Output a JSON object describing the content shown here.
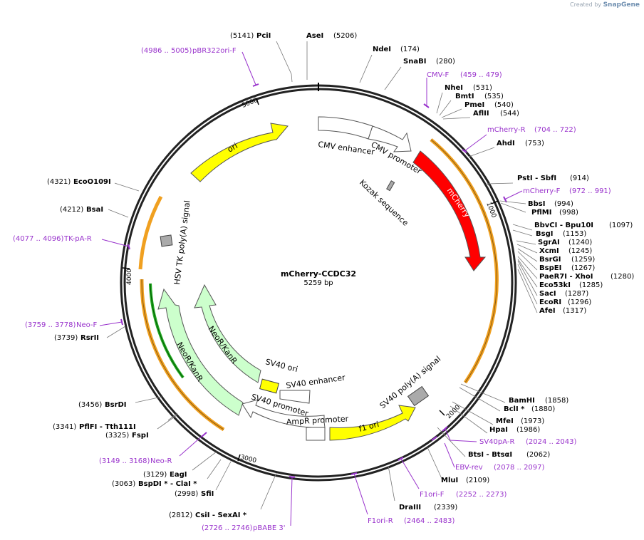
{
  "header": {
    "created_by": "Created by",
    "brand": "SnapGene"
  },
  "plasmid": {
    "name": "mCherry-CCDC32",
    "size": "5259 bp"
  },
  "colors": {
    "enzyme": "#000000",
    "primer": "#9933cc",
    "mcherry": "#ff0000",
    "ori": "#ffff00",
    "neo": "#ccffcc",
    "promoter": "#ffffff",
    "polya": "#aaaaaa",
    "orf": "#f0a020",
    "orf_inner": "#006600"
  },
  "ticks": [
    "1000",
    "2000",
    "3000",
    "4000",
    "5000"
  ],
  "enzymes": [
    {
      "name": "PciI",
      "pos": "(5141)"
    },
    {
      "name": "AseI",
      "pos": "(5206)"
    },
    {
      "name": "NdeI",
      "pos": "(174)"
    },
    {
      "name": "SnaBI",
      "pos": "(280)"
    },
    {
      "name": "NheI",
      "pos": "(531)"
    },
    {
      "name": "BmtI",
      "pos": "(535)"
    },
    {
      "name": "PmeI",
      "pos": "(540)"
    },
    {
      "name": "AflII",
      "pos": "(544)"
    },
    {
      "name": "AhdI",
      "pos": "(753)"
    },
    {
      "name": "PstI  - SbfI",
      "pos": "(914)"
    },
    {
      "name": "BbsI",
      "pos": "(994)"
    },
    {
      "name": "PflMI",
      "pos": "(998)"
    },
    {
      "name": "BbvCI  - Bpu10I",
      "pos": "(1097)"
    },
    {
      "name": "BsgI",
      "pos": "(1153)"
    },
    {
      "name": "SgrAI",
      "pos": "(1240)"
    },
    {
      "name": "XcmI",
      "pos": "(1245)"
    },
    {
      "name": "BsrGI",
      "pos": "(1259)"
    },
    {
      "name": "BspEI",
      "pos": "(1267)"
    },
    {
      "name": "PaeR7I  - XhoI",
      "pos": "(1280)"
    },
    {
      "name": "Eco53kI",
      "pos": "(1285)"
    },
    {
      "name": "SacI",
      "pos": "(1287)"
    },
    {
      "name": "EcoRI",
      "pos": "(1296)"
    },
    {
      "name": "AfeI",
      "pos": "(1317)"
    },
    {
      "name": "BamHI",
      "pos": "(1858)"
    },
    {
      "name": "BclI *",
      "pos": "(1880)"
    },
    {
      "name": "MfeI",
      "pos": "(1973)"
    },
    {
      "name": "HpaI",
      "pos": "(1986)"
    },
    {
      "name": "BtsI  - BtsαI",
      "pos": "(2062)"
    },
    {
      "name": "MluI",
      "pos": "(2109)"
    },
    {
      "name": "DraIII",
      "pos": "(2339)"
    },
    {
      "name": "CsiI  - SexAI *",
      "pos": "(2812)"
    },
    {
      "name": "SfiI",
      "pos": "(2998)"
    },
    {
      "name": "BspDI *  - ClaI *",
      "pos": "(3063)"
    },
    {
      "name": "EagI",
      "pos": "(3129)"
    },
    {
      "name": "FspI",
      "pos": "(3325)"
    },
    {
      "name": "PflFI  - Tth111I",
      "pos": "(3341)"
    },
    {
      "name": "BsrDI",
      "pos": "(3456)"
    },
    {
      "name": "RsrII",
      "pos": "(3739)"
    },
    {
      "name": "BsaI",
      "pos": "(4212)"
    },
    {
      "name": "EcoO109I",
      "pos": "(4321)"
    }
  ],
  "primers": [
    {
      "name": "pBR322ori-F",
      "range": "(4986 .. 5005)"
    },
    {
      "name": "CMV-F",
      "range": "(459 .. 479)"
    },
    {
      "name": "mCherry-R",
      "range": "(704 .. 722)"
    },
    {
      "name": "mCherry-F",
      "range": "(972 .. 991)"
    },
    {
      "name": "SV40pA-R",
      "range": "(2024 .. 2043)"
    },
    {
      "name": "EBV-rev",
      "range": "(2078 .. 2097)"
    },
    {
      "name": "F1ori-F",
      "range": "(2252 .. 2273)"
    },
    {
      "name": "F1ori-R",
      "range": "(2464 .. 2483)"
    },
    {
      "name": "pBABE 3'",
      "range": "(2726 .. 2746)"
    },
    {
      "name": "Neo-R",
      "range": "(3149 .. 3168)"
    },
    {
      "name": "Neo-F",
      "range": "(3759 .. 3778)"
    },
    {
      "name": "TK-pA-R",
      "range": "(4077 .. 4096)"
    }
  ],
  "features": [
    {
      "name": "CMV enhancer"
    },
    {
      "name": "CMV promoter"
    },
    {
      "name": "Kozak sequence"
    },
    {
      "name": "mCherry"
    },
    {
      "name": "SV40 poly(A) signal"
    },
    {
      "name": "f1 ori"
    },
    {
      "name": "AmpR promoter"
    },
    {
      "name": "SV40 promoter"
    },
    {
      "name": "SV40 enhancer"
    },
    {
      "name": "SV40 ori"
    },
    {
      "name": "NeoR/KanR"
    },
    {
      "name": "NeoR/KanR"
    },
    {
      "name": "HSV TK poly(A) signal"
    },
    {
      "name": "ori"
    }
  ]
}
